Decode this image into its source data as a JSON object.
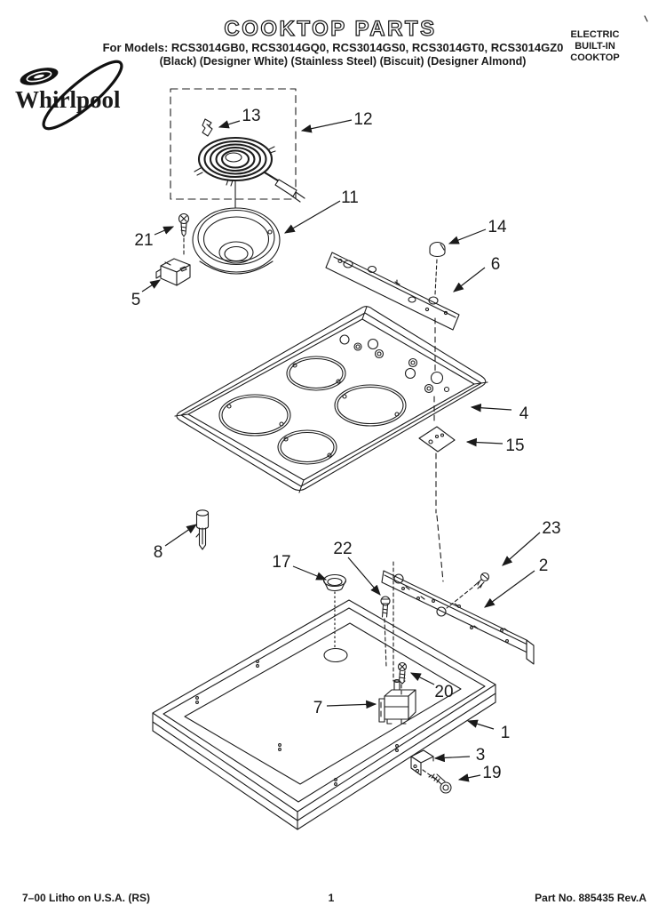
{
  "header": {
    "title": "COOKTOP PARTS",
    "models_line": "For Models: RCS3014GB0, RCS3014GQ0, RCS3014GS0, RCS3014GT0, RCS3014GZ0",
    "finishes_line": "(Black)  (Designer White)  (Stainless Steel)  (Biscuit)  (Designer Almond)",
    "product_type": {
      "line1": "ELECTRIC",
      "line2": "BUILT-IN",
      "line3": "COOKTOP"
    }
  },
  "brand": {
    "name": "Whirlpool"
  },
  "diagram": {
    "callouts": {
      "n1": "1",
      "n2": "2",
      "n3": "3",
      "n4": "4",
      "n5": "5",
      "n6": "6",
      "n7": "7",
      "n8": "8",
      "n11": "11",
      "n12": "12",
      "n13": "13",
      "n14": "14",
      "n15": "15",
      "n17": "17",
      "n19": "19",
      "n20": "20",
      "n21": "21",
      "n22": "22",
      "n23": "23"
    }
  },
  "footer": {
    "left": "7–00 Litho on U.S.A. (RS)",
    "page": "1",
    "right": "Part No. 885435 Rev.A"
  }
}
